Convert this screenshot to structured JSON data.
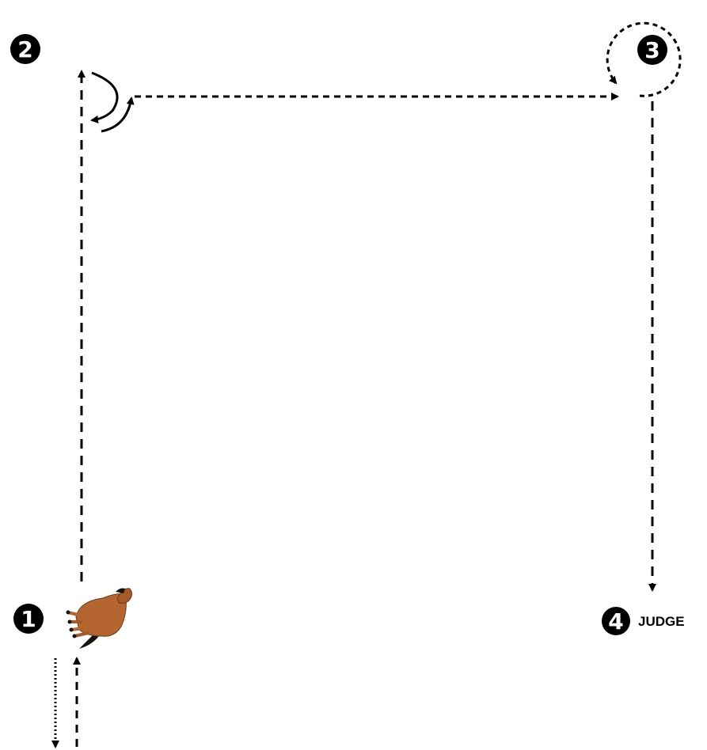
{
  "markers": [
    {
      "id": "1",
      "label": "1"
    },
    {
      "id": "2",
      "label": "2"
    },
    {
      "id": "3",
      "label": "3"
    },
    {
      "id": "4",
      "label": "4"
    }
  ],
  "judge_label": "JUDGE",
  "icons": {
    "horse": "horse-icon"
  },
  "colors": {
    "line": "#000000",
    "marker_fill": "#000000",
    "marker_text": "#ffffff",
    "horse_body": "#b5652f",
    "horse_dark": "#1a120c"
  }
}
